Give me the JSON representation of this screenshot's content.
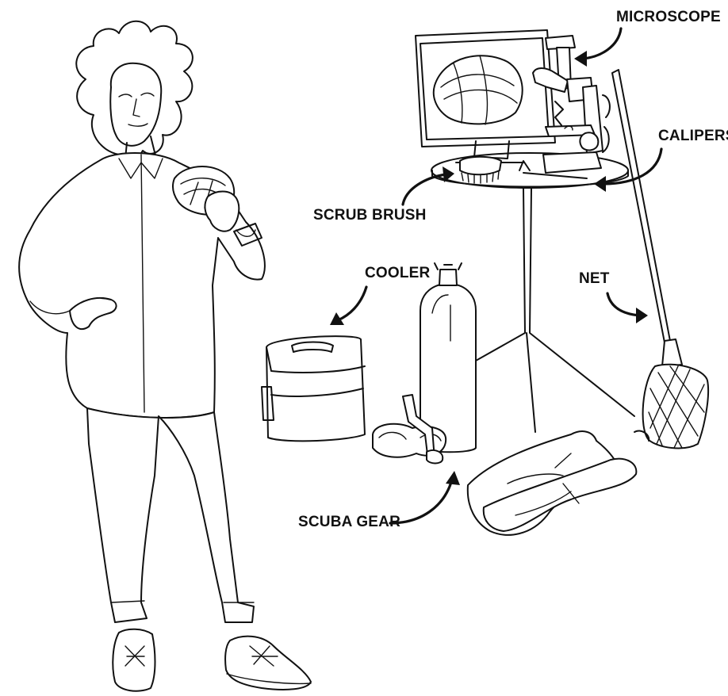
{
  "labels": {
    "microscope": "MICROSCOPE",
    "calipers": "CALIPERS",
    "scrub_brush": "SCRUB BRUSH",
    "cooler": "COOLER",
    "net": "NET",
    "scuba_gear": "SCUBA GEAR"
  },
  "colors": {
    "ink": "#111111",
    "background": "#ffffff"
  }
}
